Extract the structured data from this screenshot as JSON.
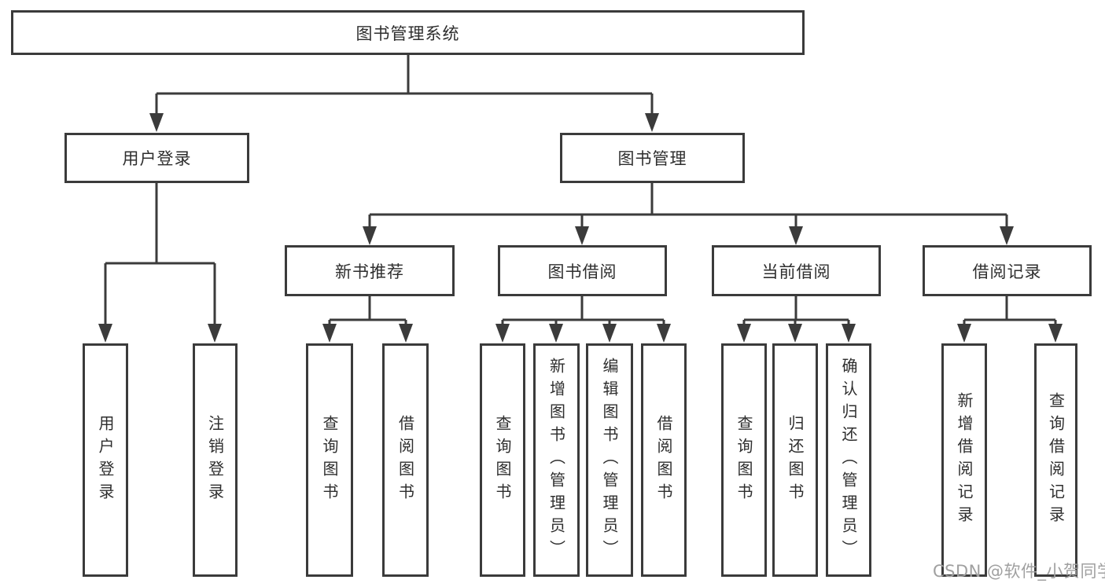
{
  "tree": {
    "root": "图书管理系统",
    "level2": [
      "用户登录",
      "图书管理"
    ],
    "level3": [
      "新书推荐",
      "图书借阅",
      "当前借阅",
      "借阅记录"
    ],
    "leaves_user": [
      "用户登录",
      "注销登录"
    ],
    "leaves_newbook": [
      "查询图书",
      "借阅图书"
    ],
    "leaves_borrow": [
      "查询图书",
      "新增图书（管理员）",
      "编辑图书（管理员）",
      "借阅图书"
    ],
    "leaves_current": [
      "查询图书",
      "归还图书",
      "确认归还（管理员）"
    ],
    "leaves_records": [
      "新增借阅记录",
      "查询借阅记录"
    ]
  },
  "watermark": "CSDN @软件_小贺同学",
  "colors": {
    "line": "#3b3b3b",
    "text": "#2e2e2e",
    "watermark": "#a0a0a0",
    "background": "#ffffff"
  }
}
